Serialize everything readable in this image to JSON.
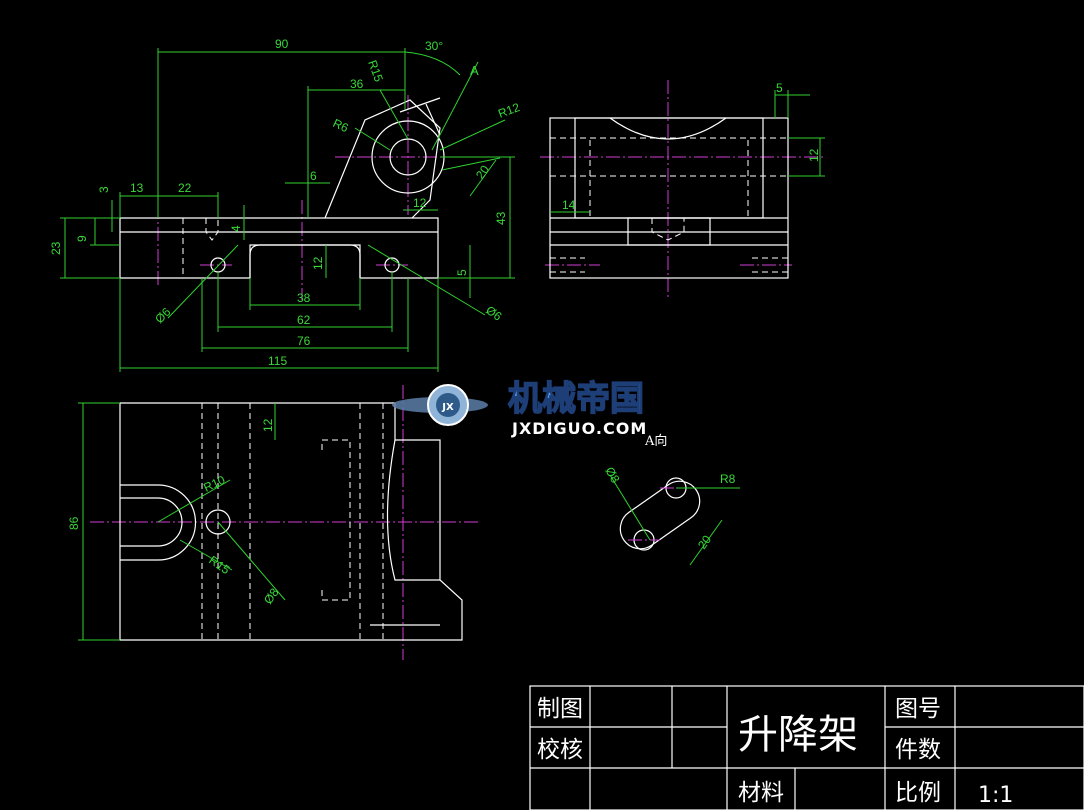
{
  "front_view": {
    "dims": {
      "d90": "90",
      "d30deg": "30°",
      "dA": "A",
      "d36": "36",
      "dR15": "R15",
      "dR6": "R6",
      "dR12": "R12",
      "d20": "20",
      "d43": "43",
      "d6": "6",
      "d12a": "12",
      "d3": "3",
      "d13": "13",
      "d22": "22",
      "d9": "9",
      "d23": "23",
      "d4": "4",
      "d12b": "12",
      "d5": "5",
      "d38": "38",
      "d62": "62",
      "d76": "76",
      "d115": "115",
      "dphi6a": "Ø6",
      "dphi6b": "Ø6"
    }
  },
  "side_view": {
    "dims": {
      "d5": "5",
      "d12": "12",
      "d14": "14"
    }
  },
  "top_view": {
    "dims": {
      "d86": "86",
      "d12": "12",
      "dR10": "R10",
      "dR15": "R15",
      "dphi8": "Ø8"
    }
  },
  "aux_view": {
    "label": "A向",
    "dims": {
      "dphi8": "Ø8",
      "dR8": "R8",
      "d20": "20"
    }
  },
  "watermark": {
    "brand": "机械帝国",
    "domain": "JXDIGUO.COM",
    "emblem": "JX"
  },
  "title_block": {
    "drawn_by": "制图",
    "checked_by": "校核",
    "part_name": "升降架",
    "drawing_no": "图号",
    "quantity": "件数",
    "material": "材料",
    "scale_label": "比例",
    "scale_value": "1:1"
  }
}
